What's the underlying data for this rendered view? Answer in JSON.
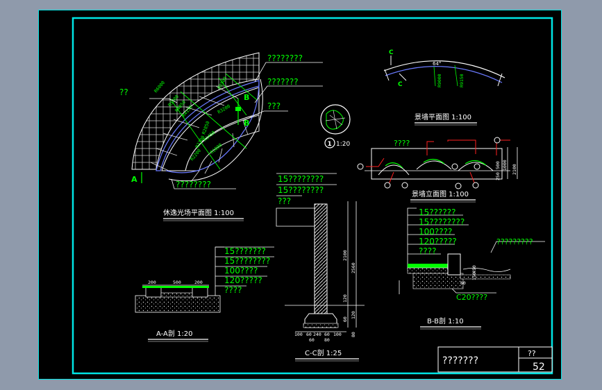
{
  "plaza_plan": {
    "title": "休逸光场平面图 1:100",
    "callout_top": "????????",
    "callout_mid": "???????",
    "callout_low": "???",
    "callout_left": "??",
    "callout_bottom": "????????",
    "marker_a": "A",
    "marker_b_top": "B",
    "marker_b_bot": "B",
    "dims": [
      "R6000",
      "R5200",
      "R4850",
      "R4150",
      "R3500",
      "R3200",
      "R2850",
      "R2300",
      "R2200",
      "R1800",
      "R1450"
    ]
  },
  "detail_1": {
    "num": "1",
    "scale": "1:20"
  },
  "wall_plan": {
    "title": "景墙平面图 1:100",
    "angle": "64°",
    "dim_a": "R9000",
    "dim_b": "R9150",
    "marker": "C"
  },
  "wall_elev": {
    "title": "景墙立面图 1:100",
    "label": "????",
    "dim_a": "500",
    "dim_b": "1000",
    "dim_c": "2100",
    "dim_d": "250"
  },
  "section_aa": {
    "title": "A-A剖 1:20",
    "layers": [
      "15???????",
      "15????????",
      "100????",
      "120?????",
      "????"
    ],
    "dims": [
      "200",
      "500",
      "200"
    ]
  },
  "section_cc": {
    "title": "C-C剖 1:25",
    "layers": [
      "15????????",
      "15????????",
      "???"
    ],
    "dims_v": [
      "2100",
      "2560",
      "120",
      "60",
      "120",
      "80"
    ],
    "dims_h": [
      "100",
      "60",
      "240",
      "60",
      "100",
      "60",
      "80"
    ]
  },
  "section_bb": {
    "title": "B-B剖 1:10",
    "layers": [
      "15??????",
      "15????????",
      "100????",
      "120?????",
      "????"
    ],
    "right_label": "?????????",
    "bottom_label": "C20????",
    "dims": [
      "450",
      "150",
      "60"
    ]
  },
  "title_block": {
    "name": "???????",
    "label": "??",
    "sheet_no": "52"
  }
}
